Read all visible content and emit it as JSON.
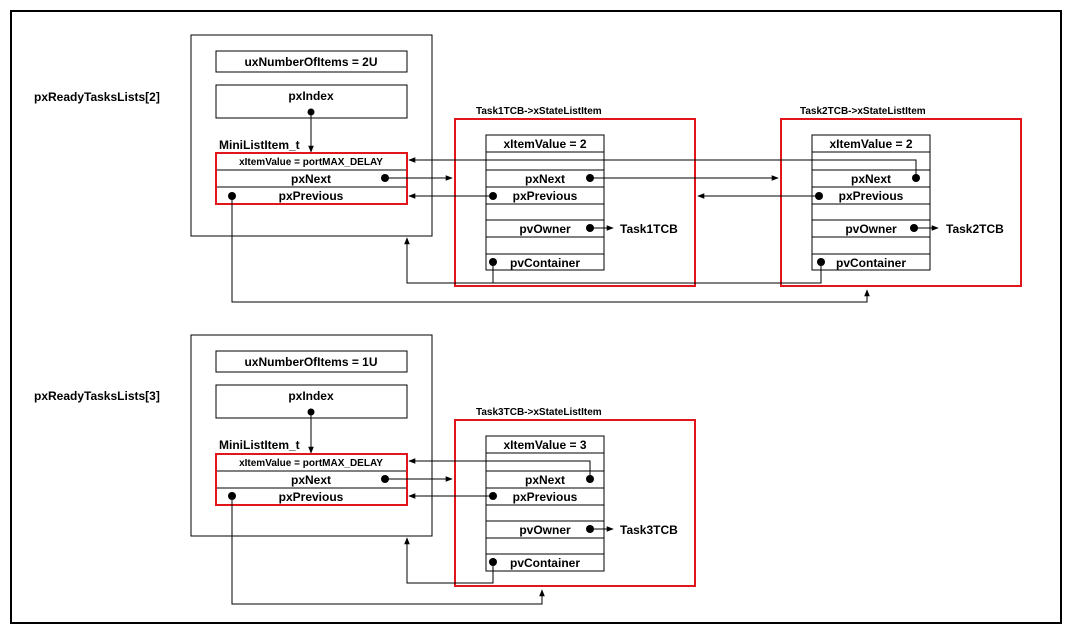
{
  "diagram": {
    "lists": [
      {
        "name": "pxReadyTasksLists[2]",
        "number_of_items": "uxNumberOfItems = 2U",
        "index": "pxIndex",
        "mini_list_item_type": "MiniListItem_t",
        "end_item_value": "xItemValue = portMAX_DELAY",
        "end_next": "pxNext",
        "end_previous": "pxPrevious",
        "items": [
          {
            "title": "Task1TCB->xStateListItem",
            "item_value": "xItemValue = 2",
            "next": "pxNext",
            "previous": "pxPrevious",
            "owner": "pvOwner",
            "owner_target": "Task1TCB",
            "container": "pvContainer"
          },
          {
            "title": "Task2TCB->xStateListItem",
            "item_value": "xItemValue = 2",
            "next": "pxNext",
            "previous": "pxPrevious",
            "owner": "pvOwner",
            "owner_target": "Task2TCB",
            "container": "pvContainer"
          }
        ]
      },
      {
        "name": "pxReadyTasksLists[3]",
        "number_of_items": "uxNumberOfItems = 1U",
        "index": "pxIndex",
        "mini_list_item_type": "MiniListItem_t",
        "end_item_value": "xItemValue = portMAX_DELAY",
        "end_next": "pxNext",
        "end_previous": "pxPrevious",
        "items": [
          {
            "title": "Task3TCB->xStateListItem",
            "item_value": "xItemValue = 3",
            "next": "pxNext",
            "previous": "pxPrevious",
            "owner": "pvOwner",
            "owner_target": "Task3TCB",
            "container": "pvContainer"
          }
        ]
      }
    ],
    "colors": {
      "highlight": "#e0161b",
      "line": "#000000"
    }
  }
}
